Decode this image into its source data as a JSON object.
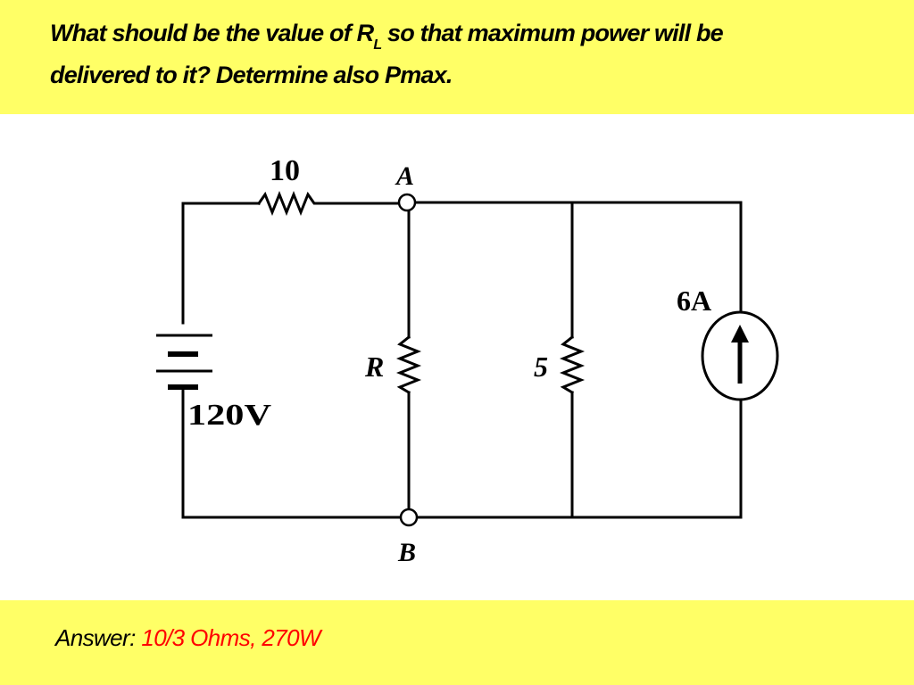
{
  "colors": {
    "band": "#ffff66",
    "answer_value": "#ff0000",
    "ink": "#000000"
  },
  "question": {
    "line1_pre": "What should be the value of R",
    "line1_sub": "L",
    "line1_post": " so that maximum power will be",
    "line2": "delivered to it? Determine also Pmax."
  },
  "circuit": {
    "resistor_top": "10",
    "node_a": "A",
    "node_b": "B",
    "load_resistor": "R",
    "resistor_mid": "5",
    "current_source": "6A",
    "voltage_source": "120V"
  },
  "answer": {
    "label": "Answer: ",
    "value": "10/3 Ohms, 270W"
  }
}
